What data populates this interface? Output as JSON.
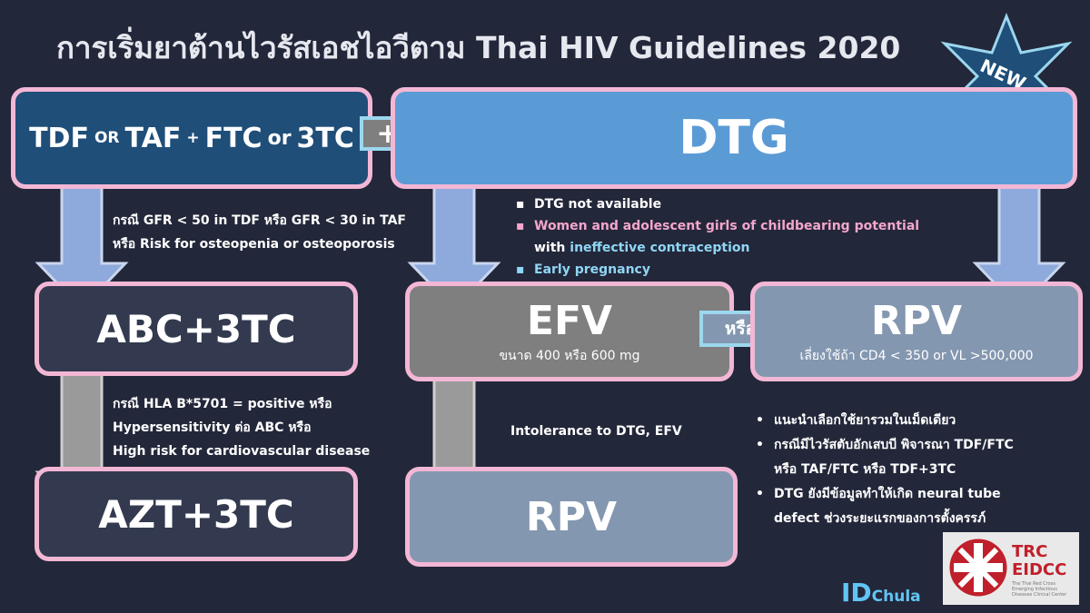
{
  "title": "การเริ่มยาต้านไวรัสเอชไอวีตาม Thai HIV Guidelines 2020",
  "badge_new": "NEW",
  "top_left_box": {
    "p1": "TDF",
    "or1": "OR",
    "p2": "TAF",
    "plus_small": "+",
    "p3": "FTC",
    "or2": "or",
    "p4": "3TC"
  },
  "plus_connector": "+",
  "dtg_box": "DTG",
  "note_abc": {
    "line1": "กรณี GFR < 50 in TDF หรือ GFR < 30 in TAF",
    "line2": "หรือ Risk for osteopenia or osteoporosis"
  },
  "note_dtg_alt": [
    {
      "bullet": "▪",
      "text": "DTG not available"
    },
    {
      "bullet": "▪",
      "text_pink": "Women and adolescent girls of childbearing  potential",
      "text2_prefix": "with ",
      "text2_cyan": "ineffective contraception"
    },
    {
      "bullet": "▪",
      "text_cyan": "Early pregnancy"
    }
  ],
  "abc_box": "ABC+3TC",
  "efv_box": {
    "label": "EFV",
    "sub": "ขนาด 400 หรือ 600 mg"
  },
  "or_connector": "หรือ",
  "rpv_right_box": {
    "label": "RPV",
    "sub": "เลี่ยงใช้ถ้า CD4 < 350 or VL  >500,000"
  },
  "note_azt": {
    "line1": "กรณี HLA B*5701 = positive หรือ",
    "line2": "Hypersensitivity ต่อ  ABC   หรือ",
    "line3": "High risk for cardiovascular disease"
  },
  "note_intolerance": "Intolerance to DTG, EFV",
  "azt_box": "AZT+3TC",
  "rpv_bottom_box": "RPV",
  "right_notes": [
    {
      "bullet": "•",
      "text": "แนะนำเลือกใช้ยารวมในเม็ดเดียว"
    },
    {
      "bullet": "•",
      "text": "กรณีมีไวรัสตับอักเสบบี พิจารณา TDF/FTC"
    },
    {
      "bullet": "",
      "text": "หรือ TAF/FTC หรือ TDF+3TC"
    },
    {
      "bullet": "•",
      "text": "DTG ยังมีข้อมูลทำให้เกิด neural tube"
    },
    {
      "bullet": "",
      "text": "defect ช่วงระยะแรกของการตั้งครรภ์"
    }
  ],
  "brand": {
    "id": "ID",
    "chula": "Chula"
  },
  "logo": {
    "line1": "TRC",
    "line2": "EIDCC",
    "small": "The Thai Red Cross Emerging Infectious Diseases Clinical Center"
  },
  "colors": {
    "box_border": "#f3b7d6",
    "dtg": "#5b9bd5",
    "tdf": "#1f4e79",
    "pink_text": "#f4a6cc",
    "cyan_text": "#8fd6f5"
  }
}
